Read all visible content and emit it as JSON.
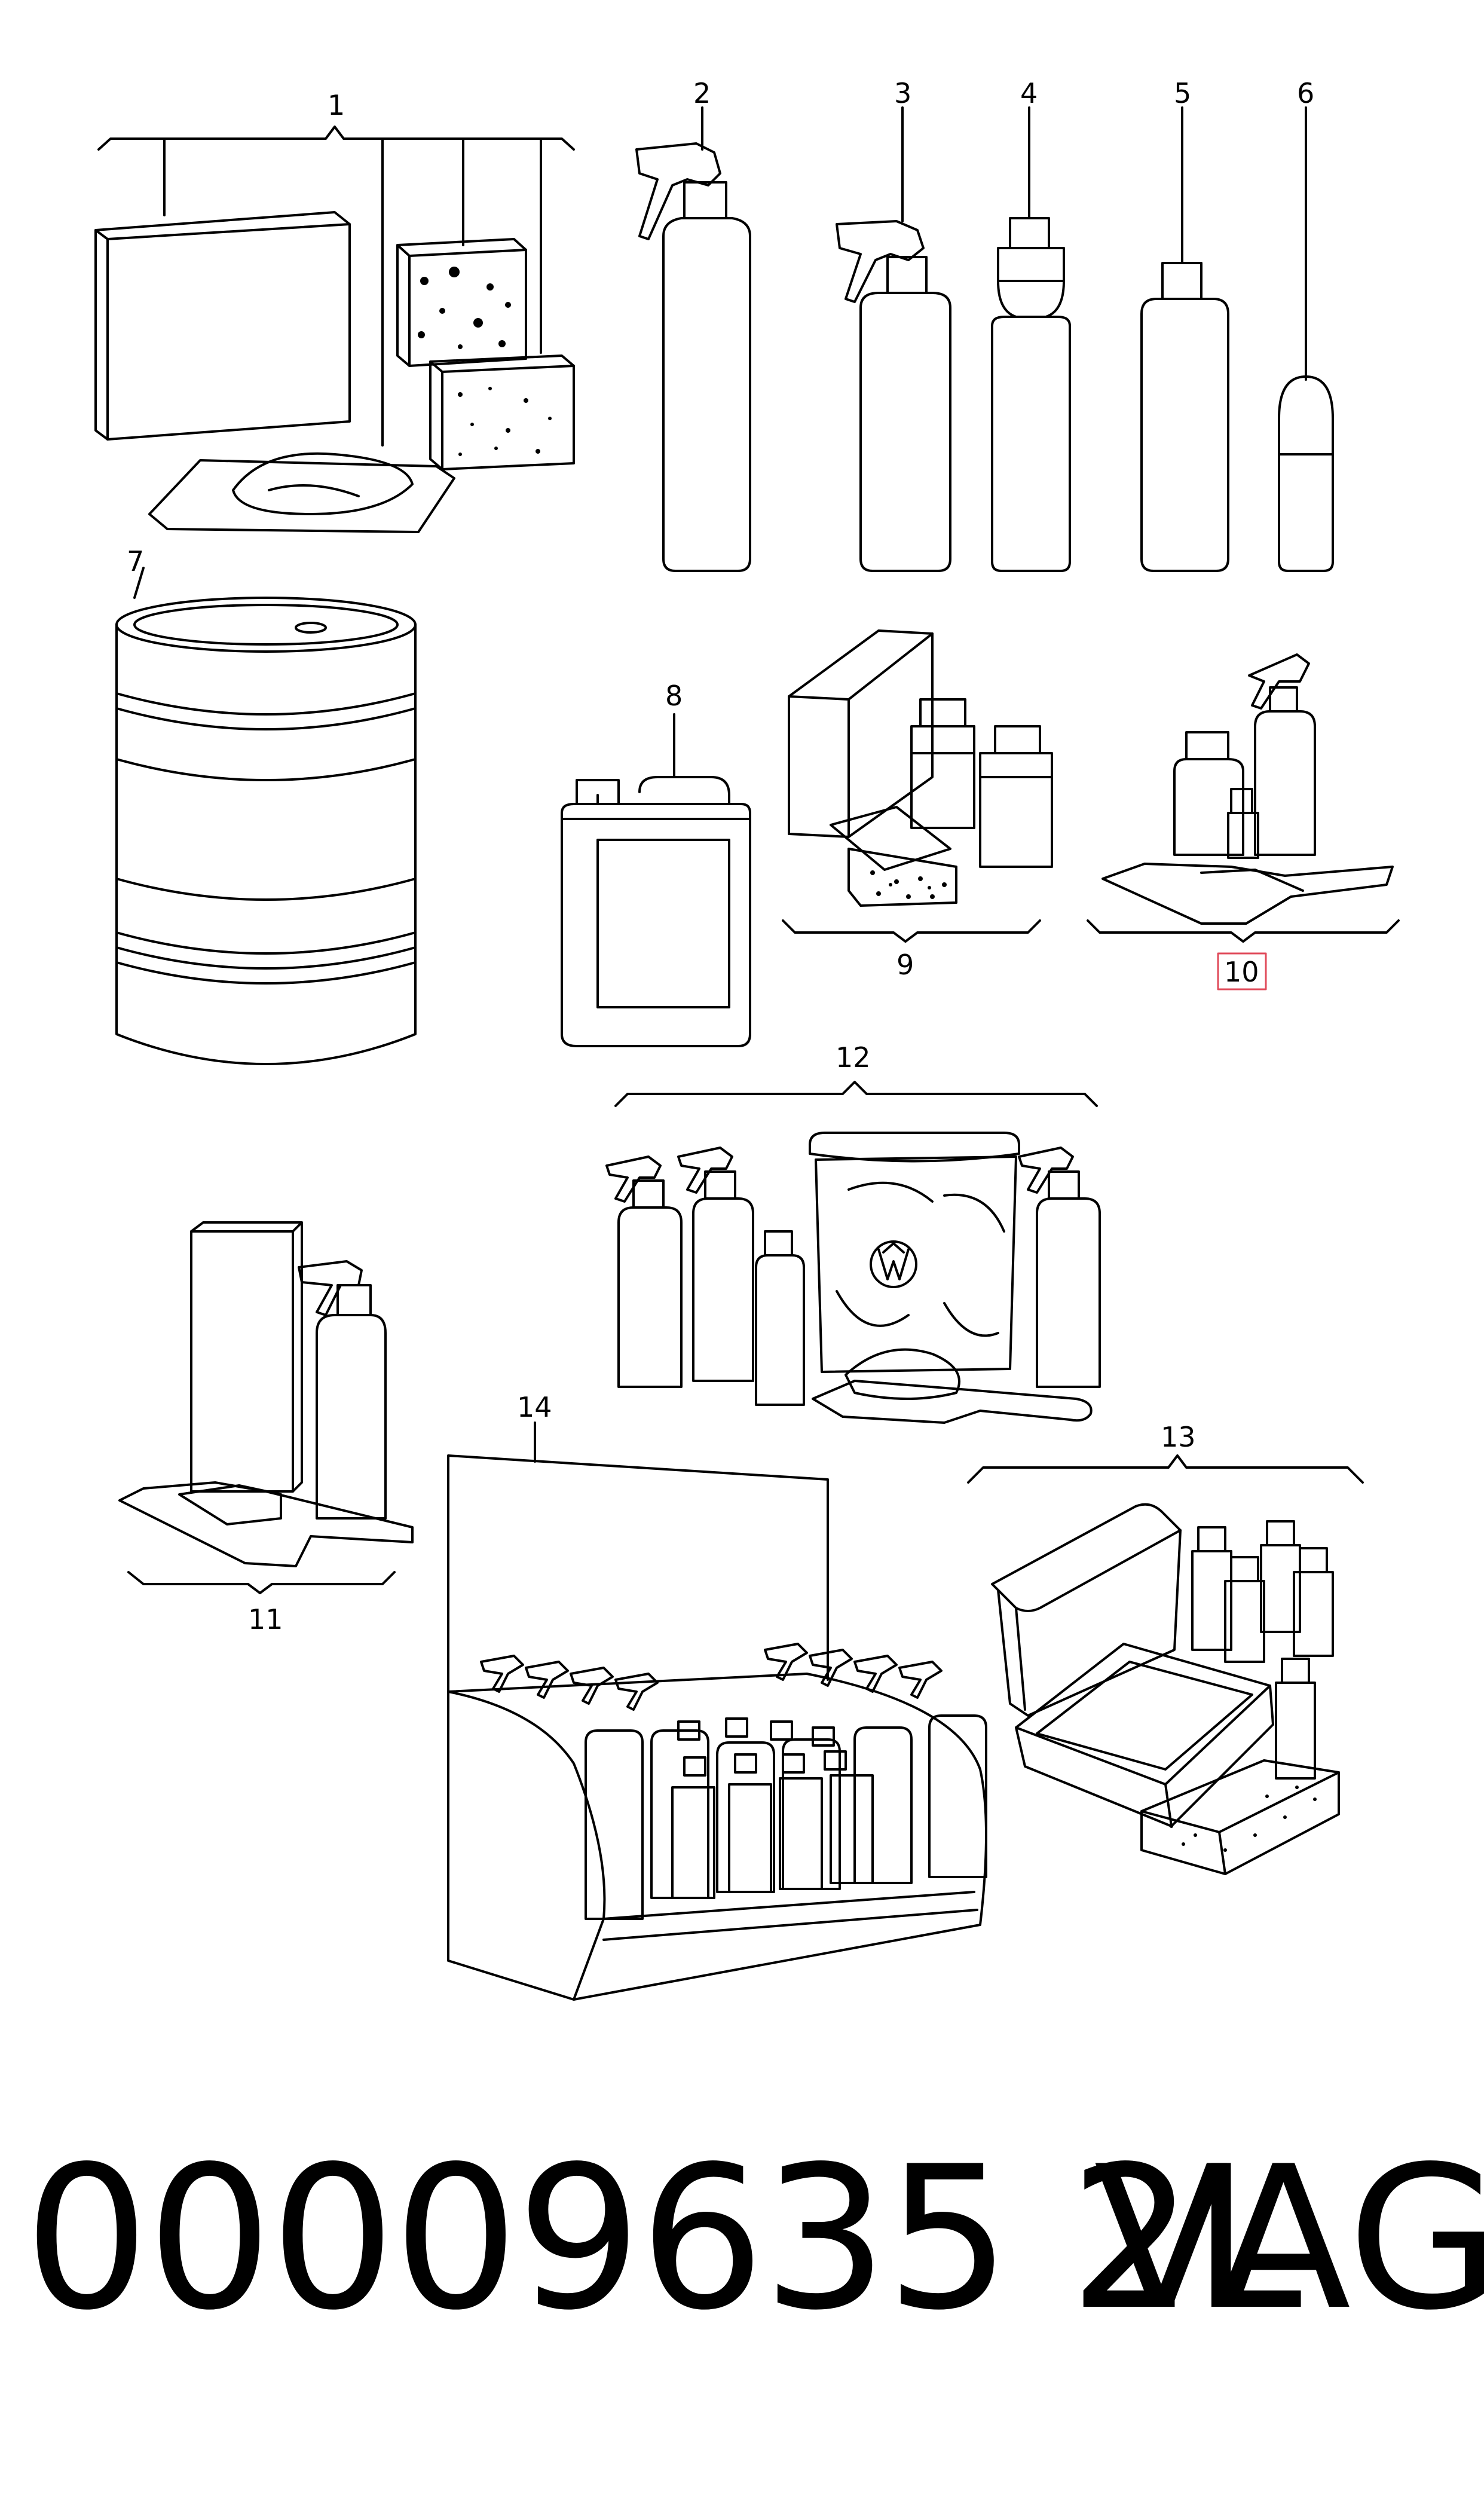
{
  "callouts": {
    "c1": "1",
    "c2": "2",
    "c3": "3",
    "c4": "4",
    "c5": "5",
    "c6": "6",
    "c7": "7",
    "c8": "8",
    "c9": "9",
    "c10": "10",
    "c11": "11",
    "c12": "12",
    "c13": "13",
    "c14": "14"
  },
  "highlight_color": "#e04a5a",
  "footer": {
    "part_number": "00009635 2L",
    "brand": "VAG"
  }
}
